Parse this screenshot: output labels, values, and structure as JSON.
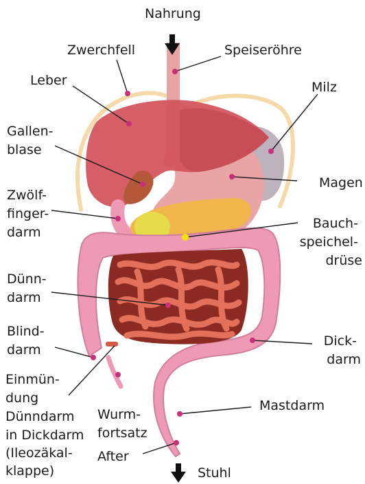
{
  "labels": {
    "nahrung": "Nahrung",
    "zwerchfell": "Zwerchfell",
    "speiseroehre": "Speiseröhre",
    "leber": "Leber",
    "milz": "Milz",
    "gallenblase": [
      "Gallen-",
      "blase"
    ],
    "magen": "Magen",
    "zwoelffingerdarm": [
      "Zwölf-",
      "finger-",
      "darm"
    ],
    "bauchspeicheldruese": [
      "Bauch-",
      "speichel-",
      "drüse"
    ],
    "duenndarm": [
      "Dünn-",
      "darm"
    ],
    "blinddarm": [
      "Blind-",
      "darm"
    ],
    "dickdarm": [
      "Dick-",
      "darm"
    ],
    "einmuendung": [
      "Einmün-",
      "dung",
      "Dünndarm",
      "in Dickdarm",
      "(Ileozäkal-",
      "klappe)"
    ],
    "wurmfortsatz": [
      "Wurm-",
      "fortsatz"
    ],
    "mastdarm": "Mastdarm",
    "after": "After",
    "stuhl": "Stuhl"
  },
  "colors": {
    "diaphragm": "#f6d9a8",
    "esophagus": "#e8a3a3",
    "liver": "#d4555e",
    "liver_dark": "#b8454f",
    "stomach": "#e9a4a6",
    "spleen": "#b9aebb",
    "pancreas": "#f0b64a",
    "gallbladder": "#b5583a",
    "colon": "#ee9ab4",
    "colon_edge": "#d27d9c",
    "small_intestine": "#d45b44",
    "small_intestine_bg": "#8b2a23",
    "arrow": "#111111",
    "pointer_dot": "#c9307a",
    "pointer_dot_yellow": "#f3e300"
  }
}
